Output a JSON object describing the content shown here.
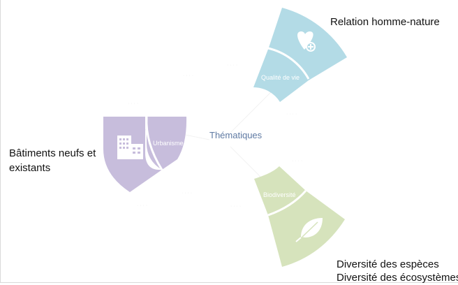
{
  "center": {
    "title": "Thématiques"
  },
  "themes": [
    {
      "id": "quality",
      "inner_label": "Qualité de vie",
      "outer_label": "Relation homme-nature",
      "icon": "heart-plus-icon",
      "color": "#b3dbe6"
    },
    {
      "id": "urban",
      "inner_label": "Urbanisme",
      "outer_label_lines": [
        "Bâtiments neufs et",
        "existants"
      ],
      "icon": "building-icon",
      "color": "#c7bddc"
    },
    {
      "id": "bio",
      "inner_label": "Biodiversité",
      "outer_label_lines": [
        "Diversité des espèces",
        "Diversité des écosystèmes"
      ],
      "icon": "leaf-icon",
      "color": "#d6e3bc"
    }
  ]
}
